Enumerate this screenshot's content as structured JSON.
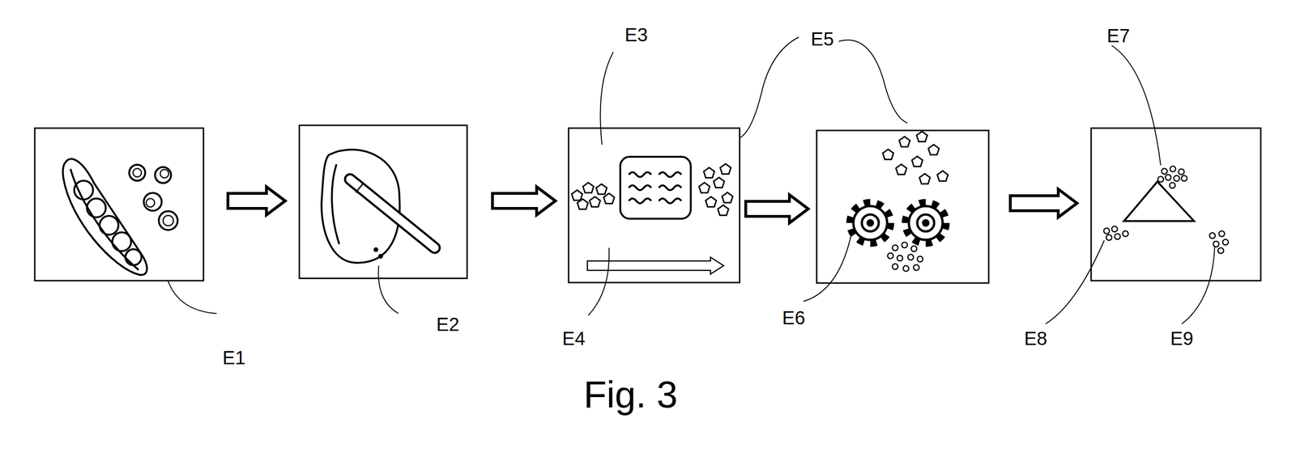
{
  "diagram": {
    "caption": "Fig. 3",
    "labels": [
      "E1",
      "E2",
      "E3",
      "E4",
      "E5",
      "E6",
      "E7",
      "E8",
      "E9"
    ]
  }
}
